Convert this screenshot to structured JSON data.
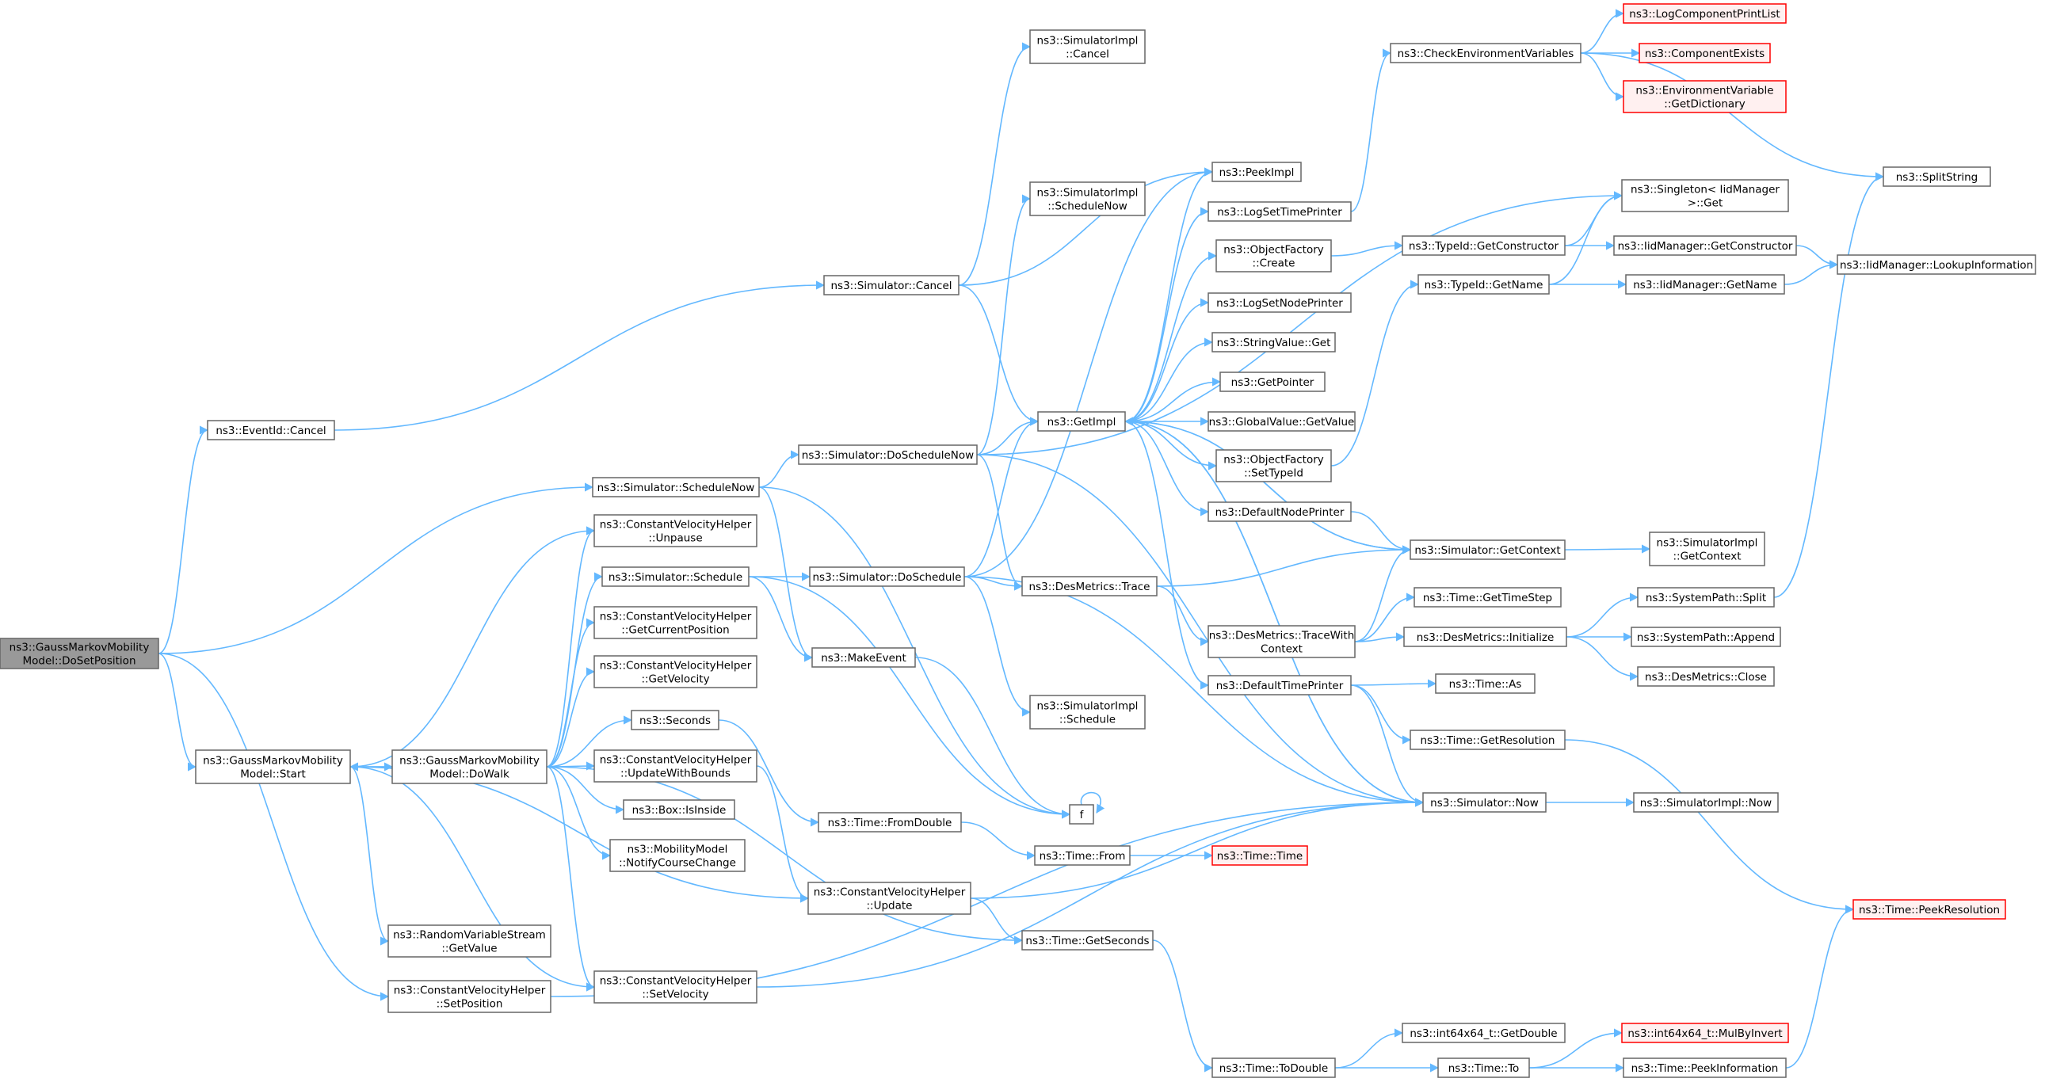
{
  "colors": {
    "edge": "#63b8ff",
    "box_border": "#666666",
    "root_fill": "#999999",
    "external_border": "#ff0000"
  },
  "nodes": [
    {
      "id": "root",
      "lines": [
        "ns3::GaussMarkovMobility",
        "Model::DoSetPosition"
      ],
      "kind": "root"
    },
    {
      "id": "eventid_cancel",
      "lines": [
        "ns3::EventId::Cancel"
      ]
    },
    {
      "id": "sim_schedulenow",
      "lines": [
        "ns3::Simulator::ScheduleNow"
      ]
    },
    {
      "id": "gm_start",
      "lines": [
        "ns3::GaussMarkovMobility",
        "Model::Start"
      ]
    },
    {
      "id": "cvh_setposition",
      "lines": [
        "ns3::ConstantVelocityHelper",
        "::SetPosition"
      ]
    },
    {
      "id": "sim_cancel",
      "lines": [
        "ns3::Simulator::Cancel"
      ]
    },
    {
      "id": "simimpl_cancel",
      "lines": [
        "ns3::SimulatorImpl",
        "::Cancel"
      ]
    },
    {
      "id": "peekimpl",
      "lines": [
        "ns3::PeekImpl"
      ]
    },
    {
      "id": "simimpl_schedulenow",
      "lines": [
        "ns3::SimulatorImpl",
        "::ScheduleNow"
      ]
    },
    {
      "id": "getimpl",
      "lines": [
        "ns3::GetImpl"
      ]
    },
    {
      "id": "sim_doschedulenow",
      "lines": [
        "ns3::Simulator::DoScheduleNow"
      ]
    },
    {
      "id": "cvh_unpause",
      "lines": [
        "ns3::ConstantVelocityHelper",
        "::Unpause"
      ]
    },
    {
      "id": "sim_schedule",
      "lines": [
        "ns3::Simulator::Schedule"
      ]
    },
    {
      "id": "sim_doschedule",
      "lines": [
        "ns3::Simulator::DoSchedule"
      ]
    },
    {
      "id": "cvh_getcurpos",
      "lines": [
        "ns3::ConstantVelocityHelper",
        "::GetCurrentPosition"
      ]
    },
    {
      "id": "makeevent",
      "lines": [
        "ns3::MakeEvent"
      ]
    },
    {
      "id": "cvh_getvelocity",
      "lines": [
        "ns3::ConstantVelocityHelper",
        "::GetVelocity"
      ]
    },
    {
      "id": "simimpl_schedule",
      "lines": [
        "ns3::SimulatorImpl",
        "::Schedule"
      ]
    },
    {
      "id": "seconds",
      "lines": [
        "ns3::Seconds"
      ]
    },
    {
      "id": "gm_dowalk",
      "lines": [
        "ns3::GaussMarkovMobility",
        "Model::DoWalk"
      ]
    },
    {
      "id": "cvh_updatewb",
      "lines": [
        "ns3::ConstantVelocityHelper",
        "::UpdateWithBounds"
      ]
    },
    {
      "id": "f",
      "lines": [
        "f"
      ]
    },
    {
      "id": "box_isinside",
      "lines": [
        "ns3::Box::IsInside"
      ]
    },
    {
      "id": "time_fromdouble",
      "lines": [
        "ns3::Time::FromDouble"
      ]
    },
    {
      "id": "mm_notify",
      "lines": [
        "ns3::MobilityModel",
        "::NotifyCourseChange"
      ]
    },
    {
      "id": "time_from",
      "lines": [
        "ns3::Time::From"
      ]
    },
    {
      "id": "time_time",
      "lines": [
        "ns3::Time::Time"
      ],
      "kind": "ext"
    },
    {
      "id": "cvh_update",
      "lines": [
        "ns3::ConstantVelocityHelper",
        "::Update"
      ]
    },
    {
      "id": "rvs_getvalue",
      "lines": [
        "ns3::RandomVariableStream",
        "::GetValue"
      ]
    },
    {
      "id": "time_getseconds",
      "lines": [
        "ns3::Time::GetSeconds"
      ]
    },
    {
      "id": "cvh_setvelocity",
      "lines": [
        "ns3::ConstantVelocityHelper",
        "::SetVelocity"
      ]
    },
    {
      "id": "time_todouble",
      "lines": [
        "ns3::Time::ToDouble"
      ]
    },
    {
      "id": "logsettimeprinter",
      "lines": [
        "ns3::LogSetTimePrinter"
      ]
    },
    {
      "id": "objfactory_create",
      "lines": [
        "ns3::ObjectFactory",
        "::Create"
      ]
    },
    {
      "id": "logsetnodeprinter",
      "lines": [
        "ns3::LogSetNodePrinter"
      ]
    },
    {
      "id": "stringvalue_get",
      "lines": [
        "ns3::StringValue::Get"
      ]
    },
    {
      "id": "getpointer",
      "lines": [
        "ns3::GetPointer"
      ]
    },
    {
      "id": "globalvalue_getvalue",
      "lines": [
        "ns3::GlobalValue::GetValue"
      ]
    },
    {
      "id": "objfactory_settypeid",
      "lines": [
        "ns3::ObjectFactory",
        "::SetTypeId"
      ]
    },
    {
      "id": "defaultnodeprinter",
      "lines": [
        "ns3::DefaultNodePrinter"
      ]
    },
    {
      "id": "desmetrics_trace",
      "lines": [
        "ns3::DesMetrics::Trace"
      ]
    },
    {
      "id": "desmetrics_tracewith",
      "lines": [
        "ns3::DesMetrics::TraceWith",
        "Context"
      ]
    },
    {
      "id": "defaulttimeprinter",
      "lines": [
        "ns3::DefaultTimePrinter"
      ]
    },
    {
      "id": "checkenvvars",
      "lines": [
        "ns3::CheckEnvironmentVariables"
      ]
    },
    {
      "id": "typeid_getconstructor",
      "lines": [
        "ns3::TypeId::GetConstructor"
      ]
    },
    {
      "id": "typeid_getname",
      "lines": [
        "ns3::TypeId::GetName"
      ]
    },
    {
      "id": "sim_getcontext",
      "lines": [
        "ns3::Simulator::GetContext"
      ]
    },
    {
      "id": "time_gettimestep",
      "lines": [
        "ns3::Time::GetTimeStep"
      ]
    },
    {
      "id": "desmetrics_initialize",
      "lines": [
        "ns3::DesMetrics::Initialize"
      ]
    },
    {
      "id": "time_as",
      "lines": [
        "ns3::Time::As"
      ]
    },
    {
      "id": "time_getresolution",
      "lines": [
        "ns3::Time::GetResolution"
      ]
    },
    {
      "id": "sim_now",
      "lines": [
        "ns3::Simulator::Now"
      ]
    },
    {
      "id": "int64_getdouble",
      "lines": [
        "ns3::int64x64_t::GetDouble"
      ]
    },
    {
      "id": "time_to",
      "lines": [
        "ns3::Time::To"
      ]
    },
    {
      "id": "logcomponentprintlist",
      "lines": [
        "ns3::LogComponentPrintList"
      ],
      "kind": "ext"
    },
    {
      "id": "componentexists",
      "lines": [
        "ns3::ComponentExists"
      ],
      "kind": "ext"
    },
    {
      "id": "envvar_getdict",
      "lines": [
        "ns3::EnvironmentVariable",
        "::GetDictionary"
      ],
      "kind": "ext"
    },
    {
      "id": "singleton_get",
      "lines": [
        "ns3::Singleton< IidManager",
        ">::Get"
      ]
    },
    {
      "id": "iidmanager_getconstructor",
      "lines": [
        "ns3::IidManager::GetConstructor"
      ]
    },
    {
      "id": "iidmanager_getname",
      "lines": [
        "ns3::IidManager::GetName"
      ]
    },
    {
      "id": "simimpl_getcontext",
      "lines": [
        "ns3::SimulatorImpl",
        "::GetContext"
      ]
    },
    {
      "id": "systempath_split",
      "lines": [
        "ns3::SystemPath::Split"
      ]
    },
    {
      "id": "systempath_append",
      "lines": [
        "ns3::SystemPath::Append"
      ]
    },
    {
      "id": "desmetrics_close",
      "lines": [
        "ns3::DesMetrics::Close"
      ]
    },
    {
      "id": "simimpl_now",
      "lines": [
        "ns3::SimulatorImpl::Now"
      ]
    },
    {
      "id": "int64_mulbyinvert",
      "lines": [
        "ns3::int64x64_t::MulByInvert"
      ],
      "kind": "ext"
    },
    {
      "id": "time_peekinformation",
      "lines": [
        "ns3::Time::PeekInformation"
      ]
    },
    {
      "id": "splitstring",
      "lines": [
        "ns3::SplitString"
      ]
    },
    {
      "id": "iidmanager_lookupinfo",
      "lines": [
        "ns3::IidManager::LookupInformation"
      ]
    },
    {
      "id": "time_peekresolution",
      "lines": [
        "ns3::Time::PeekResolution"
      ],
      "kind": "ext"
    }
  ],
  "edges": [
    [
      "root",
      "eventid_cancel"
    ],
    [
      "root",
      "sim_schedulenow"
    ],
    [
      "root",
      "gm_start"
    ],
    [
      "root",
      "cvh_setposition"
    ],
    [
      "eventid_cancel",
      "sim_cancel"
    ],
    [
      "sim_cancel",
      "simimpl_cancel"
    ],
    [
      "sim_cancel",
      "peekimpl"
    ],
    [
      "sim_cancel",
      "getimpl"
    ],
    [
      "sim_schedulenow",
      "sim_doschedulenow"
    ],
    [
      "sim_schedulenow",
      "makeevent"
    ],
    [
      "sim_schedulenow",
      "f"
    ],
    [
      "sim_doschedulenow",
      "simimpl_schedulenow"
    ],
    [
      "sim_doschedulenow",
      "getimpl"
    ],
    [
      "sim_doschedulenow",
      "singleton_get"
    ],
    [
      "sim_doschedulenow",
      "desmetrics_trace"
    ],
    [
      "sim_doschedulenow",
      "sim_now"
    ],
    [
      "gm_start",
      "cvh_unpause"
    ],
    [
      "gm_start",
      "gm_dowalk"
    ],
    [
      "gm_start",
      "cvh_update"
    ],
    [
      "gm_start",
      "rvs_getvalue"
    ],
    [
      "gm_start",
      "cvh_setvelocity"
    ],
    [
      "gm_dowalk",
      "gm_start"
    ],
    [
      "gm_dowalk",
      "cvh_unpause"
    ],
    [
      "gm_dowalk",
      "sim_schedule"
    ],
    [
      "gm_dowalk",
      "cvh_getcurpos"
    ],
    [
      "gm_dowalk",
      "cvh_getvelocity"
    ],
    [
      "gm_dowalk",
      "seconds"
    ],
    [
      "gm_dowalk",
      "cvh_updatewb"
    ],
    [
      "gm_dowalk",
      "box_isinside"
    ],
    [
      "gm_dowalk",
      "mm_notify"
    ],
    [
      "gm_dowalk",
      "time_getseconds"
    ],
    [
      "gm_dowalk",
      "cvh_setvelocity"
    ],
    [
      "sim_schedule",
      "sim_doschedule"
    ],
    [
      "sim_schedule",
      "makeevent"
    ],
    [
      "sim_schedule",
      "f"
    ],
    [
      "sim_doschedule",
      "getimpl"
    ],
    [
      "sim_doschedule",
      "desmetrics_trace"
    ],
    [
      "sim_doschedule",
      "simimpl_schedule"
    ],
    [
      "sim_doschedule",
      "sim_now"
    ],
    [
      "sim_doschedule",
      "peekimpl"
    ],
    [
      "makeevent",
      "f"
    ],
    [
      "f",
      "f"
    ],
    [
      "seconds",
      "time_fromdouble"
    ],
    [
      "time_fromdouble",
      "time_from"
    ],
    [
      "time_from",
      "time_time"
    ],
    [
      "cvh_updatewb",
      "cvh_update"
    ],
    [
      "cvh_update",
      "sim_now"
    ],
    [
      "cvh_update",
      "time_getseconds"
    ],
    [
      "cvh_setvelocity",
      "sim_now"
    ],
    [
      "cvh_setposition",
      "sim_now"
    ],
    [
      "time_getseconds",
      "time_todouble"
    ],
    [
      "time_todouble",
      "int64_getdouble"
    ],
    [
      "time_todouble",
      "time_to"
    ],
    [
      "time_to",
      "int64_mulbyinvert"
    ],
    [
      "time_to",
      "time_peekinformation"
    ],
    [
      "time_peekinformation",
      "time_peekresolution"
    ],
    [
      "getimpl",
      "peekimpl"
    ],
    [
      "getimpl",
      "logsettimeprinter"
    ],
    [
      "getimpl",
      "objfactory_create"
    ],
    [
      "getimpl",
      "logsetnodeprinter"
    ],
    [
      "getimpl",
      "stringvalue_get"
    ],
    [
      "getimpl",
      "getpointer"
    ],
    [
      "getimpl",
      "globalvalue_getvalue"
    ],
    [
      "getimpl",
      "objfactory_settypeid"
    ],
    [
      "getimpl",
      "defaultnodeprinter"
    ],
    [
      "getimpl",
      "sim_getcontext"
    ],
    [
      "getimpl",
      "defaulttimeprinter"
    ],
    [
      "getimpl",
      "sim_now"
    ],
    [
      "logsettimeprinter",
      "checkenvvars"
    ],
    [
      "checkenvvars",
      "logcomponentprintlist"
    ],
    [
      "checkenvvars",
      "componentexists"
    ],
    [
      "checkenvvars",
      "envvar_getdict"
    ],
    [
      "checkenvvars",
      "splitstring"
    ],
    [
      "objfactory_create",
      "typeid_getconstructor"
    ],
    [
      "typeid_getconstructor",
      "singleton_get"
    ],
    [
      "typeid_getconstructor",
      "iidmanager_getconstructor"
    ],
    [
      "iidmanager_getconstructor",
      "iidmanager_lookupinfo"
    ],
    [
      "objfactory_settypeid",
      "typeid_getname"
    ],
    [
      "typeid_getname",
      "singleton_get"
    ],
    [
      "typeid_getname",
      "iidmanager_getname"
    ],
    [
      "iidmanager_getname",
      "iidmanager_lookupinfo"
    ],
    [
      "defaultnodeprinter",
      "sim_getcontext"
    ],
    [
      "sim_getcontext",
      "simimpl_getcontext"
    ],
    [
      "sim_getcontext",
      "getimpl"
    ],
    [
      "desmetrics_trace",
      "sim_getcontext"
    ],
    [
      "desmetrics_trace",
      "desmetrics_tracewith"
    ],
    [
      "desmetrics_tracewith",
      "sim_getcontext"
    ],
    [
      "desmetrics_tracewith",
      "time_gettimestep"
    ],
    [
      "desmetrics_tracewith",
      "desmetrics_initialize"
    ],
    [
      "desmetrics_initialize",
      "systempath_split"
    ],
    [
      "desmetrics_initialize",
      "systempath_append"
    ],
    [
      "desmetrics_initialize",
      "desmetrics_close"
    ],
    [
      "systempath_split",
      "splitstring"
    ],
    [
      "defaulttimeprinter",
      "time_as"
    ],
    [
      "defaulttimeprinter",
      "time_getresolution"
    ],
    [
      "defaulttimeprinter",
      "sim_now"
    ],
    [
      "time_getresolution",
      "time_peekresolution"
    ],
    [
      "sim_now",
      "simimpl_now"
    ],
    [
      "sim_now",
      "getimpl"
    ]
  ]
}
